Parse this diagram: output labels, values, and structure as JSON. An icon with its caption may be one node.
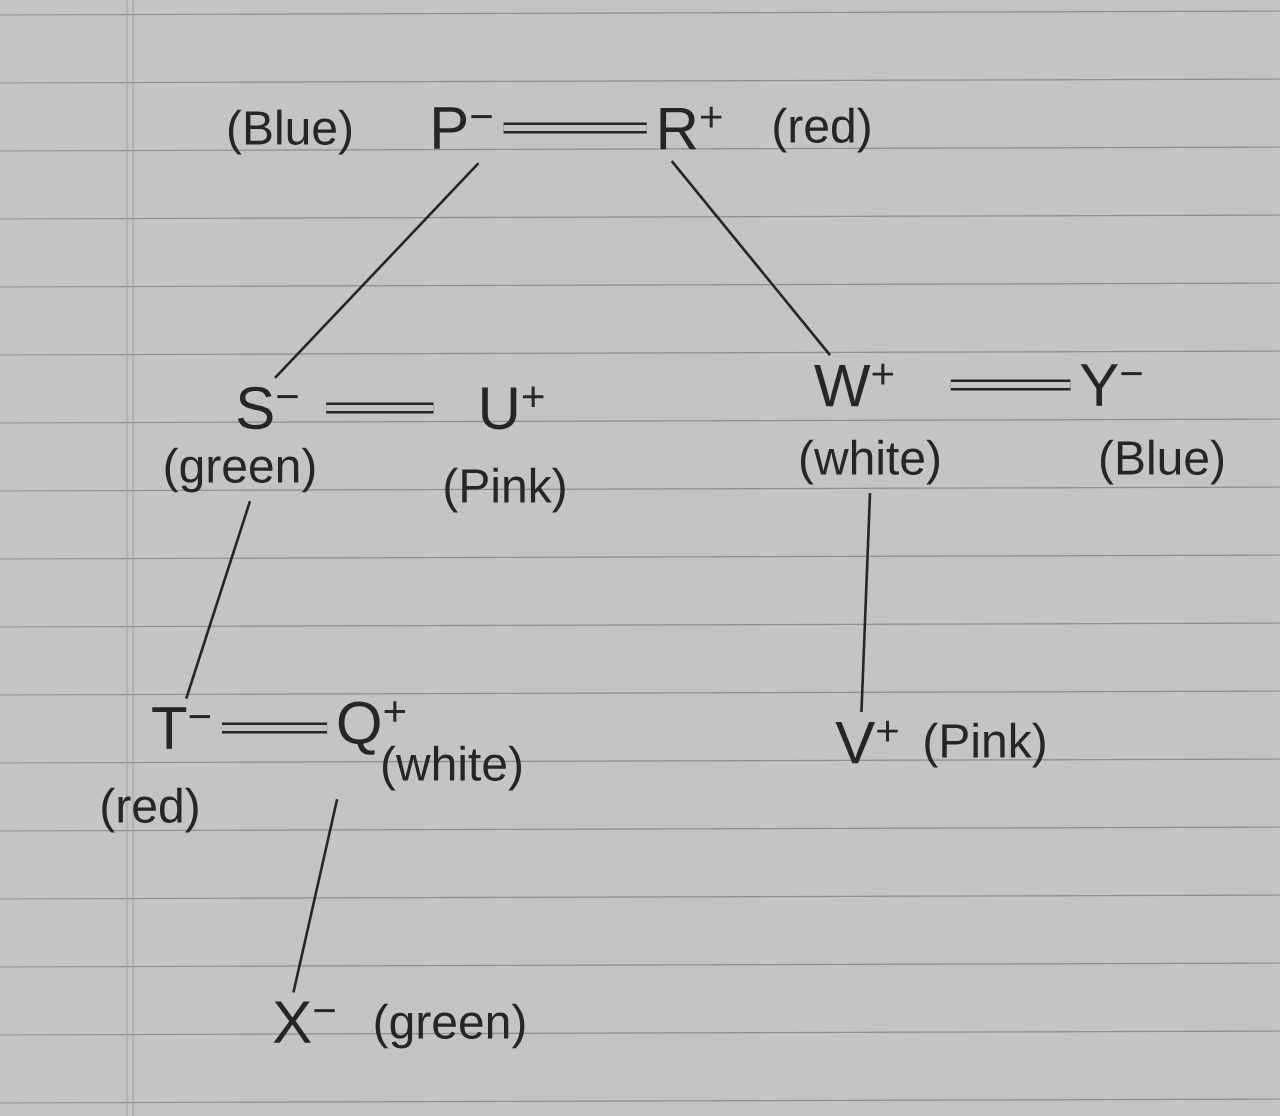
{
  "diagram": {
    "nodes": [
      {
        "text": [
          "P$^{−}$"
        ],
        "beside": [
          "(Blue)"
        ]
      },
      {
        "text": [
          "R$^{+}$"
        ],
        "beside": [
          "(red)"
        ]
      },
      {
        "text": [
          "S$^{−}$"
        ],
        "beside": [
          "(green)"
        ]
      },
      {
        "text": [
          "U$^{+}$"
        ],
        "beside": [
          "(Pink)"
        ]
      },
      {
        "text": [
          "W$^{+}$"
        ],
        "beside": [
          "(white)"
        ]
      },
      {
        "text": [
          "Y$^{−}$"
        ],
        "beside": [
          "(Blue)"
        ]
      },
      {
        "text": [
          "T$^{−}$"
        ],
        "beside": [
          "(red)"
        ]
      },
      {
        "text": [
          "Q$^{+}$"
        ],
        "beside": [
          "(white)"
        ]
      },
      {
        "text": [
          "V$^{+}$"
        ],
        "beside": [
          "(Pink)"
        ]
      },
      {
        "text": [
          "X$^{−}$"
        ],
        "beside": [
          "(green)"
        ]
      }
    ],
    "edges": [
      {
        "from": 0,
        "to": 1,
        "arrow": "none",
        "style": "thick"
      },
      {
        "from": 0,
        "to": 2,
        "arrow": "none"
      },
      {
        "from": 1,
        "to": 4,
        "arrow": "none"
      },
      {
        "from": 2,
        "to": 3,
        "arrow": "none",
        "style": "thick"
      },
      {
        "from": 4,
        "to": 5,
        "arrow": "none",
        "style": "thick"
      },
      {
        "from": 2,
        "to": 6,
        "arrow": "none"
      },
      {
        "from": 4,
        "to": 8,
        "arrow": "none"
      },
      {
        "from": 6,
        "to": 7,
        "arrow": "none",
        "style": "thick"
      },
      {
        "from": 7,
        "to": 9,
        "arrow": "none"
      }
    ]
  }
}
